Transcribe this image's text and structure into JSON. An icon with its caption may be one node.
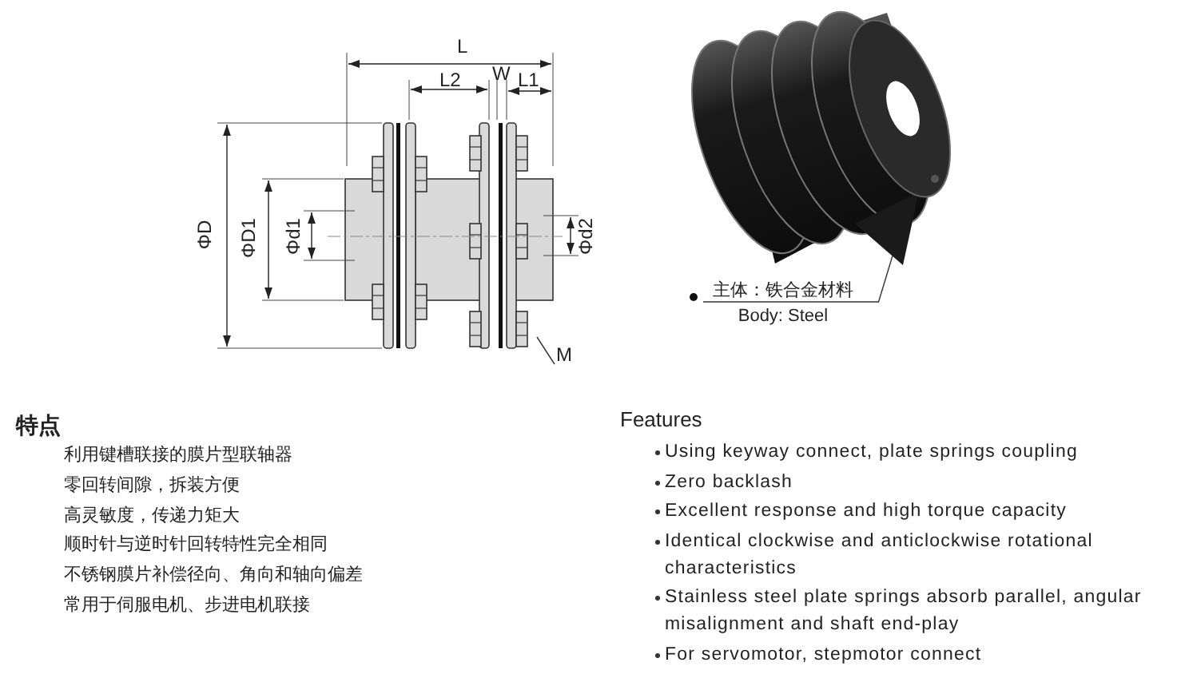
{
  "diagram": {
    "nodes": [
      {
        "text": [
          "主体：铁合金材料",
          "Body: Steel"
        ]
      },
      {
        "text": [],
        "shape": "picture"
      },
      {
        "text": [
          "M"
        ]
      }
    ],
    "edges": [
      {
        "from": 0,
        "to": 1,
        "arrow": "none"
      },
      {
        "from": 2,
        "to": null,
        "arrow": "none"
      }
    ],
    "labels": [
      "L",
      "L2",
      "W",
      "L1",
      "ΦD",
      "ΦD1",
      "Φd1",
      "Φd2",
      "特点",
      "利用键槽联接的膜片型联轴器",
      "零回转间隙，拆装方便",
      "高灵敏度，传递力矩大",
      "顺时针与逆时针回转特性完全相同",
      "不锈钢膜片补偿径向、角向和轴向偏差",
      "常用于伺服电机、步进电机联接",
      "Features",
      "Using keyway connect, plate springs  coupling",
      "Zero backlash",
      "Excellent response and high torque capacity",
      "Identical clockwise and anticlockwise rotational characteristics",
      "Stainless steel plate springs absorb parallel, angular misalignment and shaft end-play",
      "For servomotor, stepmotor connect"
    ]
  }
}
